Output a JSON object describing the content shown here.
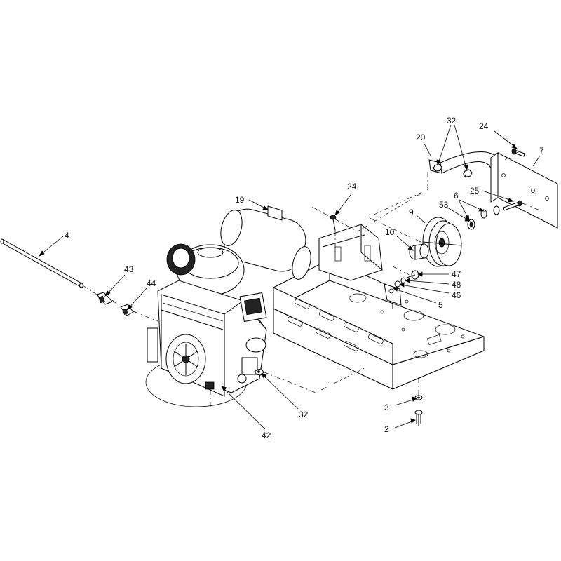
{
  "diagram": {
    "callouts": [
      {
        "id": "c4",
        "label": "4"
      },
      {
        "id": "c43",
        "label": "43"
      },
      {
        "id": "c44",
        "label": "44"
      },
      {
        "id": "c19",
        "label": "19"
      },
      {
        "id": "c24a",
        "label": "24"
      },
      {
        "id": "c32top",
        "label": "32"
      },
      {
        "id": "c24b",
        "label": "24"
      },
      {
        "id": "c20",
        "label": "20"
      },
      {
        "id": "c7",
        "label": "7"
      },
      {
        "id": "c6",
        "label": "6"
      },
      {
        "id": "c25",
        "label": "25"
      },
      {
        "id": "c53",
        "label": "53"
      },
      {
        "id": "c9",
        "label": "9"
      },
      {
        "id": "c10",
        "label": "10"
      },
      {
        "id": "c47",
        "label": "47"
      },
      {
        "id": "c48",
        "label": "48"
      },
      {
        "id": "c46",
        "label": "46"
      },
      {
        "id": "c5",
        "label": "5"
      },
      {
        "id": "c3",
        "label": "3"
      },
      {
        "id": "c2",
        "label": "2"
      },
      {
        "id": "c32bot",
        "label": "32"
      },
      {
        "id": "c42",
        "label": "42"
      }
    ]
  }
}
